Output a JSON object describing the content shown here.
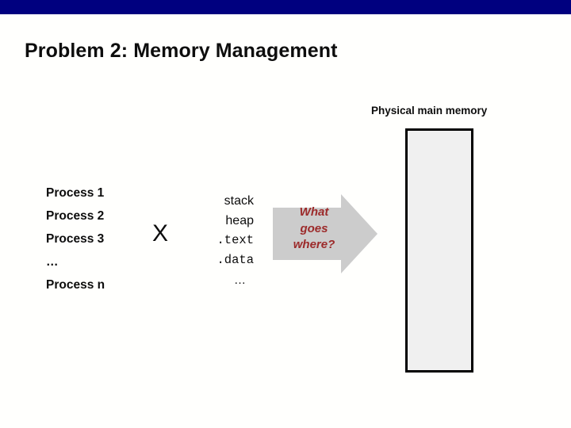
{
  "slide": {
    "title": "Problem 2: Memory Management",
    "top_bar_color": "#00007f",
    "background_color": "#fffffd"
  },
  "memory": {
    "caption": "Physical main memory",
    "box_fill_color": "#f0f0f0",
    "box_border_color": "#000000"
  },
  "processes": {
    "items": [
      {
        "label": "Process 1"
      },
      {
        "label": "Process 2"
      },
      {
        "label": "Process 3"
      },
      {
        "label": "…"
      },
      {
        "label": "Process n"
      }
    ]
  },
  "operator": {
    "times_symbol": "X"
  },
  "segments": {
    "items": [
      {
        "label": "stack",
        "style": "sans"
      },
      {
        "label": "heap",
        "style": "sans"
      },
      {
        "label": ".text",
        "style": "mono"
      },
      {
        "label": ".data",
        "style": "mono"
      },
      {
        "label": "…",
        "style": "ellipsis"
      }
    ]
  },
  "arrow": {
    "fill_color": "#cccccc",
    "text_color": "#9c2a2a",
    "lines": [
      "What",
      "goes",
      "where?"
    ]
  }
}
